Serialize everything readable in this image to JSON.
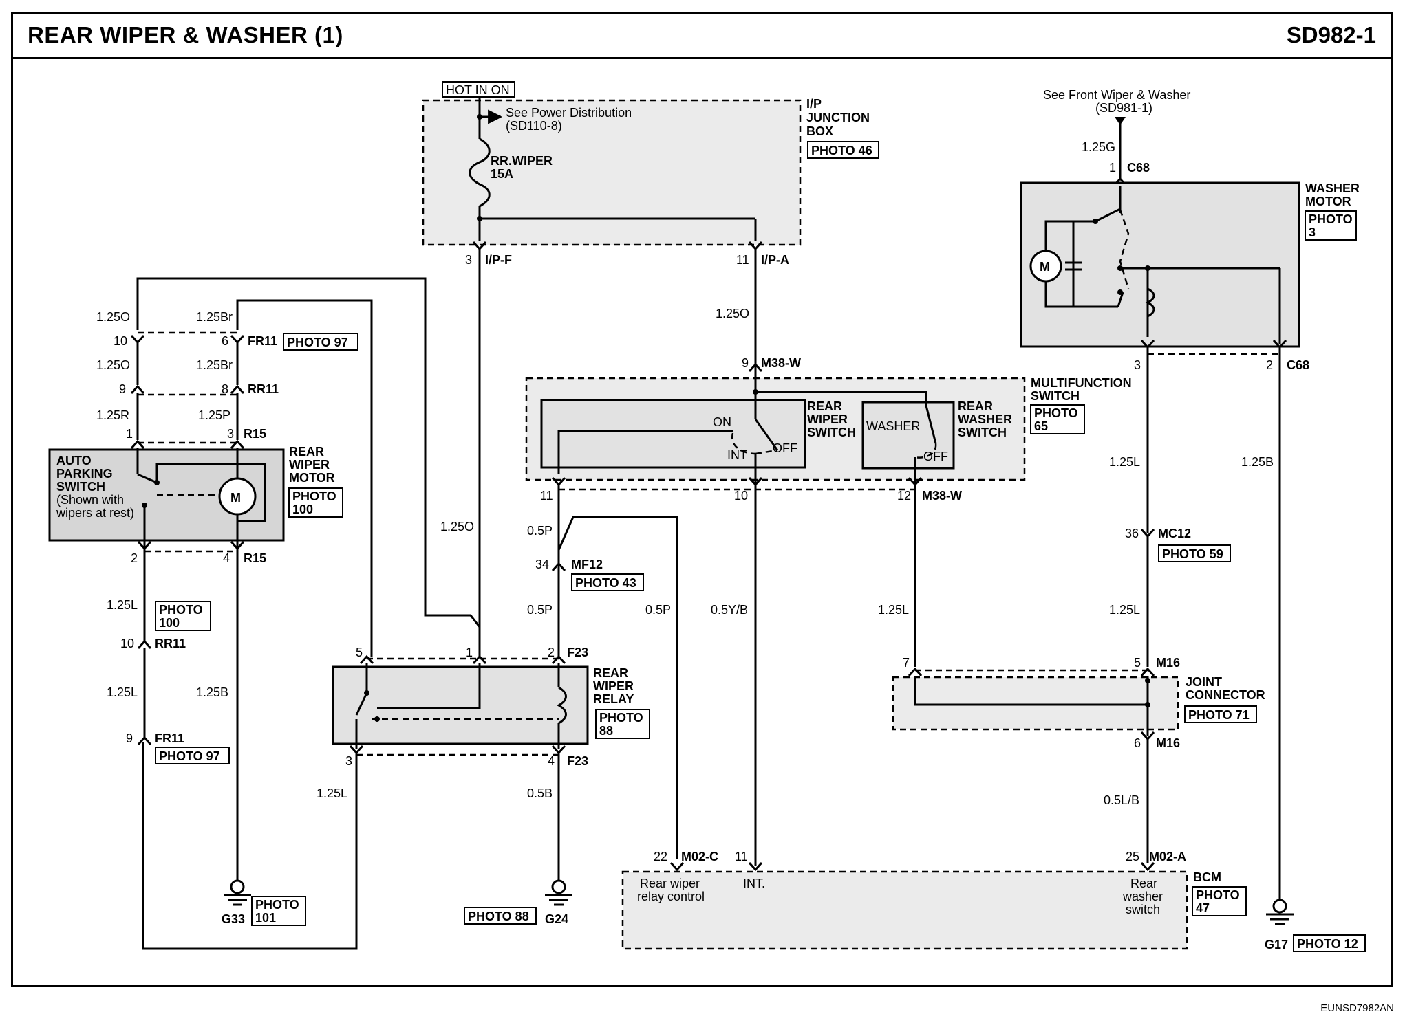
{
  "header": {
    "title": "REAR WIPER & WASHER (1)",
    "code": "SD982-1"
  },
  "footer": {
    "code": "EUNSD7982AN"
  },
  "power": {
    "hot_label": "HOT IN ON",
    "see_power": "See Power Distribution",
    "see_power_ref": "(SD110-8)",
    "fuse_name": "RR.WIPER",
    "fuse_rating": "15A"
  },
  "ip_junction": {
    "l1": "I/P",
    "l2": "JUNCTION",
    "l3": "BOX",
    "photo": "PHOTO 46",
    "pin_f": "3",
    "conn_f": "I/P-F",
    "pin_a": "11",
    "conn_a": "I/P-A"
  },
  "front_ref": {
    "l1": "See Front Wiper & Washer",
    "l2": "(SD981-1)"
  },
  "washer_motor": {
    "l1": "WASHER",
    "l2": "MOTOR",
    "photo": "PHOTO",
    "photo_num": "3",
    "wire_top": "1.25G",
    "pin1": "1",
    "conn1": "C68",
    "pin3": "3",
    "pin2": "2",
    "conn2": "C68",
    "motor_symbol": "M"
  },
  "multifunction": {
    "l1": "MULTIFUNCTION",
    "l2": "SWITCH",
    "photo": "PHOTO",
    "photo_num": "65",
    "pin9": "9",
    "conn_in": "M38-W",
    "pin11": "11",
    "pin10": "10",
    "pin12": "12",
    "conn_out": "M38-W"
  },
  "rear_wiper_switch": {
    "l1": "REAR",
    "l2": "WIPER",
    "l3": "SWITCH",
    "on": "ON",
    "int": "INT",
    "off": "OFF"
  },
  "rear_washer_switch": {
    "l1": "REAR",
    "l2": "WASHER",
    "l3": "SWITCH",
    "washer": "WASHER",
    "off": "OFF"
  },
  "rear_wiper_motor": {
    "l1": "REAR",
    "l2": "WIPER",
    "l3": "MOTOR",
    "photo": "PHOTO",
    "photo_num": "100",
    "pin1": "1",
    "pin3": "3",
    "conn_top": "R15",
    "pin2": "2",
    "pin4": "4",
    "conn_bottom": "R15",
    "motor_symbol": "M"
  },
  "auto_parking": {
    "l1": "AUTO",
    "l2": "PARKING",
    "l3": "SWITCH",
    "l4": "(Shown with",
    "l5": "wipers at rest)"
  },
  "fr11": {
    "pin10": "10",
    "pin6": "6",
    "conn": "FR11",
    "photo": "PHOTO 97"
  },
  "rr11": {
    "pin9": "9",
    "pin8": "8",
    "conn": "RR11"
  },
  "rr11_lower": {
    "pin": "10",
    "conn": "RR11"
  },
  "fr11_lower": {
    "pin": "9",
    "conn": "FR11",
    "photo": "PHOTO 97"
  },
  "photo100_side": {
    "l1": "PHOTO",
    "l2": "100"
  },
  "wires": {
    "w125O_a": "1.25O",
    "w125Br_a": "1.25Br",
    "w125O_b": "1.25O",
    "w125Br_b": "1.25Br",
    "w125R": "1.25R",
    "w125P": "1.25P",
    "w125L_a": "1.25L",
    "w125L_b": "1.25L",
    "w125B": "1.25B",
    "w125O_mid": "1.25O",
    "w125O_ip": "1.25O",
    "w05P_a": "0.5P",
    "w05P_b": "0.5P",
    "w05P_c": "0.5P",
    "w05YB": "0.5Y/B",
    "w125L_sw": "1.25L",
    "w125L_c": "1.25L",
    "w125L_relay": "1.25L",
    "w05B": "0.5B",
    "w125L_m": "1.25L",
    "w05LB": "0.5L/B",
    "w125B_r": "1.25B"
  },
  "mf12": {
    "pin": "34",
    "conn": "MF12",
    "photo": "PHOTO 43"
  },
  "mc12": {
    "pin": "36",
    "conn": "MC12",
    "photo": "PHOTO 59"
  },
  "relay": {
    "l1": "REAR",
    "l2": "WIPER",
    "l3": "RELAY",
    "photo": "PHOTO",
    "photo_num": "88",
    "pin5": "5",
    "pin1": "1",
    "pin2": "2",
    "conn_top": "F23",
    "pin3": "3",
    "pin4": "4",
    "conn_bottom": "F23"
  },
  "joint": {
    "l1": "JOINT",
    "l2": "CONNECTOR",
    "photo": "PHOTO 71",
    "pin7": "7",
    "pin5": "5",
    "conn_top": "M16",
    "pin6": "6",
    "conn_bottom": "M16"
  },
  "bcm": {
    "title": "BCM",
    "photo": "PHOTO",
    "photo_num": "47",
    "pin22": "22",
    "conn_c": "M02-C",
    "pin11": "11",
    "pin25": "25",
    "conn_a": "M02-A",
    "relay_ctrl_1": "Rear wiper",
    "relay_ctrl_2": "relay control",
    "int": "INT.",
    "washer_sw_1": "Rear",
    "washer_sw_2": "washer",
    "washer_sw_3": "switch"
  },
  "grounds": {
    "g33": "G33",
    "g33_photo_1": "PHOTO",
    "g33_photo_2": "101",
    "g24": "G24",
    "g24_photo": "PHOTO 88",
    "g17": "G17",
    "g17_photo": "PHOTO 12"
  }
}
